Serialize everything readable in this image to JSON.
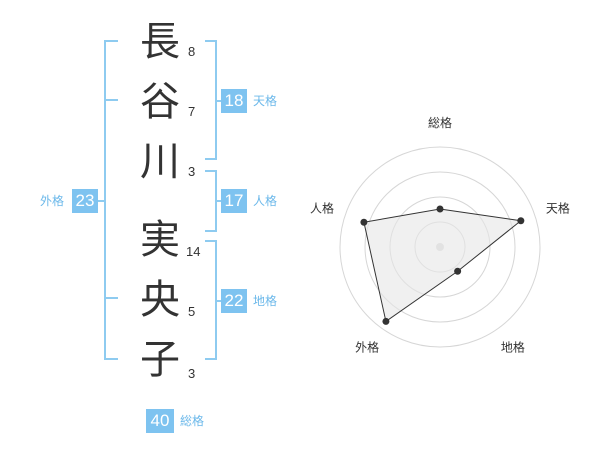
{
  "name": {
    "characters": [
      {
        "char": "長",
        "strokes": "8"
      },
      {
        "char": "谷",
        "strokes": "7"
      },
      {
        "char": "川",
        "strokes": "3"
      },
      {
        "char": "実",
        "strokes": "14"
      },
      {
        "char": "央",
        "strokes": "5"
      },
      {
        "char": "子",
        "strokes": "3"
      }
    ]
  },
  "kaku": {
    "tenkaku": {
      "value": "18",
      "label": "天格"
    },
    "jinkaku": {
      "value": "17",
      "label": "人格"
    },
    "chikaku": {
      "value": "22",
      "label": "地格"
    },
    "gaikaku": {
      "value": "23",
      "label": "外格"
    },
    "soukaku": {
      "value": "40",
      "label": "総格"
    }
  },
  "colors": {
    "accent": "#7ec3f0",
    "bracket": "#8ecbf0",
    "label": "#6bb8ea",
    "text": "#333333"
  },
  "chart_data": {
    "type": "radar",
    "axes": [
      "総格",
      "天格",
      "地格",
      "外格",
      "人格"
    ],
    "values": [
      0.38,
      0.85,
      0.3,
      0.92,
      0.8
    ],
    "rings": 4,
    "max": 1
  }
}
